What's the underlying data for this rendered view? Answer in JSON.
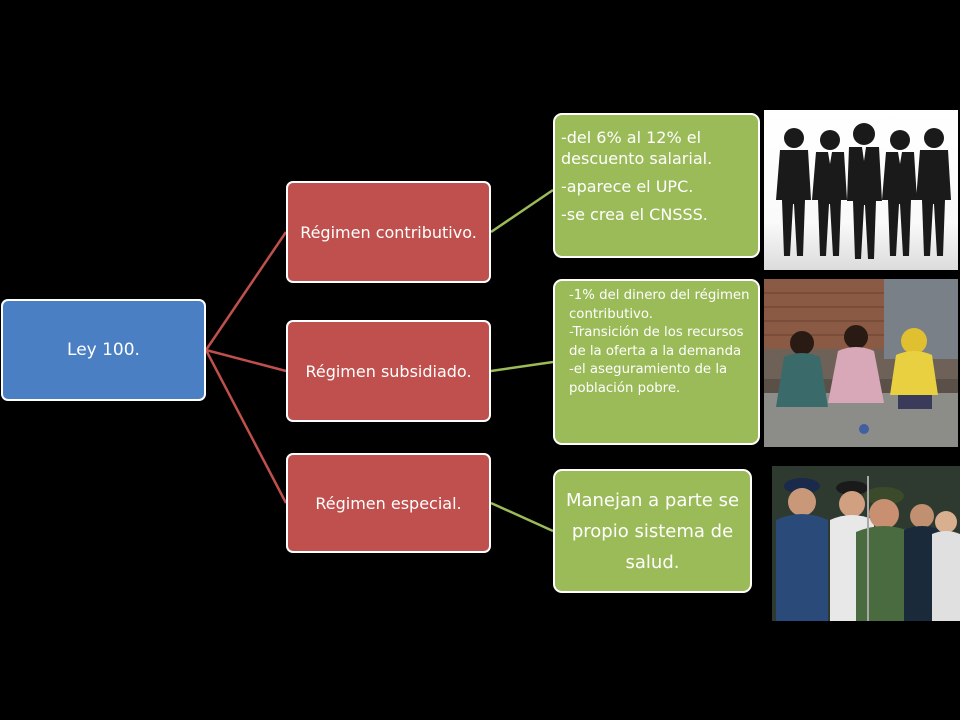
{
  "root": {
    "label": "Ley 100."
  },
  "regimes": [
    {
      "label": "Régimen contributivo."
    },
    {
      "label": "Régimen subsidiado."
    },
    {
      "label": "Régimen especial."
    }
  ],
  "details": {
    "contributivo": [
      "-del 6% al 12% el descuento salarial.",
      "-aparece el UPC.",
      "-se crea el CNSSS."
    ],
    "subsidiado": [
      "-1% del dinero del régimen contributivo.",
      "-Transición de los recursos de la oferta a la demanda",
      "-el aseguramiento de la población pobre."
    ],
    "especial": "Manejan a parte se propio sistema de salud."
  },
  "colors": {
    "root": "#4a7fc4",
    "regime": "#c0504d",
    "detail": "#9bbb59",
    "root_connector": "#c0504d",
    "detail_connector": "#9bbb59"
  },
  "images": [
    {
      "icon": "business-people-silhouettes-icon"
    },
    {
      "icon": "children-sitting-street-photo-icon"
    },
    {
      "icon": "military-officers-photo-icon"
    }
  ]
}
